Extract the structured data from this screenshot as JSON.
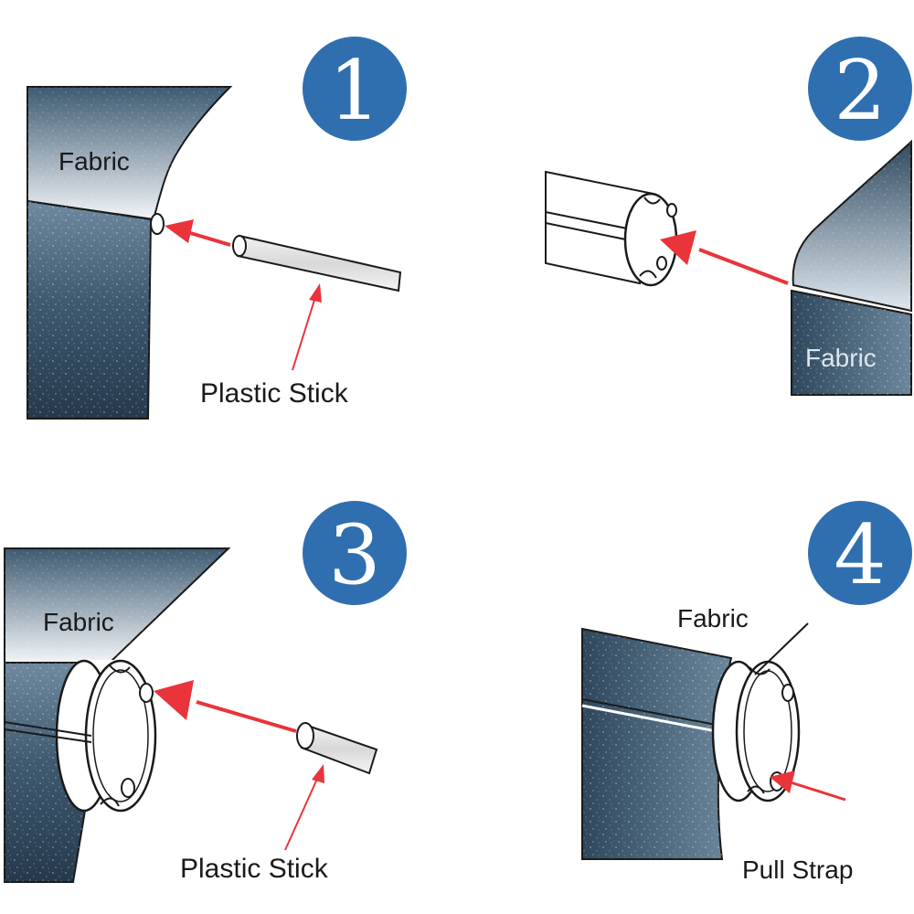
{
  "colors": {
    "badge": "#2f6fb0",
    "arrow": "#e8343a",
    "fabric_dark": "#2f4a60",
    "fabric_light": "#e9eef3",
    "outline": "#1a1a1a"
  },
  "steps": [
    {
      "number": "1",
      "labels": {
        "fabric": "Fabric",
        "stick": "Plastic Stick"
      }
    },
    {
      "number": "2",
      "labels": {
        "fabric": "Fabric"
      }
    },
    {
      "number": "3",
      "labels": {
        "fabric": "Fabric",
        "stick": "Plastic Stick"
      }
    },
    {
      "number": "4",
      "labels": {
        "fabric": "Fabric",
        "strap": "Pull Strap"
      }
    }
  ]
}
